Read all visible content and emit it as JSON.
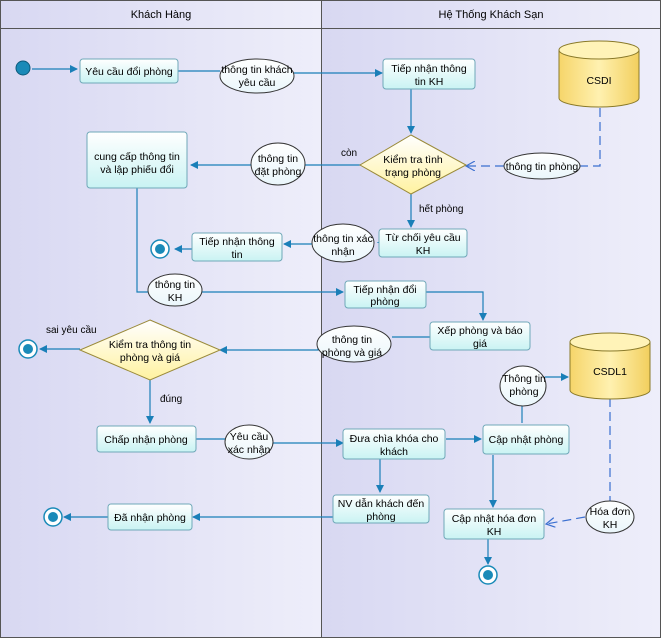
{
  "lanes": {
    "left": "Khách Hàng",
    "right": "Hệ Thống Khách Sạn"
  },
  "actions": {
    "yeu_cau_doi_phong": "Yêu cầu đổi phòng",
    "tiep_nhan_tt_kh_1": "Tiếp nhận thông",
    "tiep_nhan_tt_kh_2": "tin KH",
    "cung_cap_1": "cung cấp thông tin",
    "cung_cap_2": "và lập phiếu đổi",
    "tu_choi_1": "Từ chối yêu cầu",
    "tu_choi_2": "KH",
    "tiep_nhan_tt_1": "Tiếp nhận thông",
    "tiep_nhan_tt_2": "tin",
    "tiep_nhan_doi_1": "Tiếp nhận đổi",
    "tiep_nhan_doi_2": "phòng",
    "xep_phong_1": "Xếp phòng và báo",
    "xep_phong_2": "giá",
    "chap_nhan": "Chấp nhận phòng",
    "dua_chia_1": "Đưa chìa khóa cho",
    "dua_chia_2": "khách",
    "cap_nhat_phong": "Cập nhật phòng",
    "nv_dan_1": "NV dẫn khách đến",
    "nv_dan_2": "phòng",
    "da_nhan": "Đã nhận phòng",
    "cap_nhat_hd_1": "Cập nhật hóa đơn",
    "cap_nhat_hd_2": "KH"
  },
  "decisions": {
    "kiem_tra_tinh_trang_1": "Kiểm tra tình",
    "kiem_tra_tinh_trang_2": "trạng phòng",
    "kiem_tra_tt_gia_1": "Kiểm tra thông tin",
    "kiem_tra_tt_gia_2": "phòng và giá"
  },
  "objects": {
    "tt_kh_yc_1": "thông tin khách",
    "tt_kh_yc_2": "yêu cầu",
    "tt_dat_1": "thông tin",
    "tt_dat_2": "đặt phòng",
    "tt_phong": "thông tin phòng",
    "tt_xac_nhan_1": "thông tin xác",
    "tt_xac_nhan_2": "nhận",
    "tt_kh_1": "thông tin",
    "tt_kh_2": "KH",
    "tt_phong_gia_1": "thông tin",
    "tt_phong_gia_2": "phòng và giá",
    "tt_phong2_1": "Thông tin",
    "tt_phong2_2": "phòng",
    "yc_xac_nhan_1": "Yêu cầu",
    "yc_xac_nhan_2": "xác nhận",
    "hoa_don_1": "Hóa đơn",
    "hoa_don_2": "KH"
  },
  "datastores": {
    "csdi": "CSDI",
    "csdl1": "CSDL1"
  },
  "guards": {
    "con": "còn",
    "het_phong": "hết phòng",
    "sai_yeu_cau": "sai yêu cầu",
    "dung": "đúng"
  },
  "colors": {
    "lane_bg": "#dcdcf4",
    "action_fill": "#dcfafa",
    "action_stroke": "#6fa8b8",
    "decision_fill": "#fff9c4",
    "decision_stroke": "#9a8a3a",
    "datastore_fill": "#fbe79a",
    "flow": "#1a7fb8",
    "dashed": "#3a6fd0",
    "node": "#1a8ab8"
  }
}
